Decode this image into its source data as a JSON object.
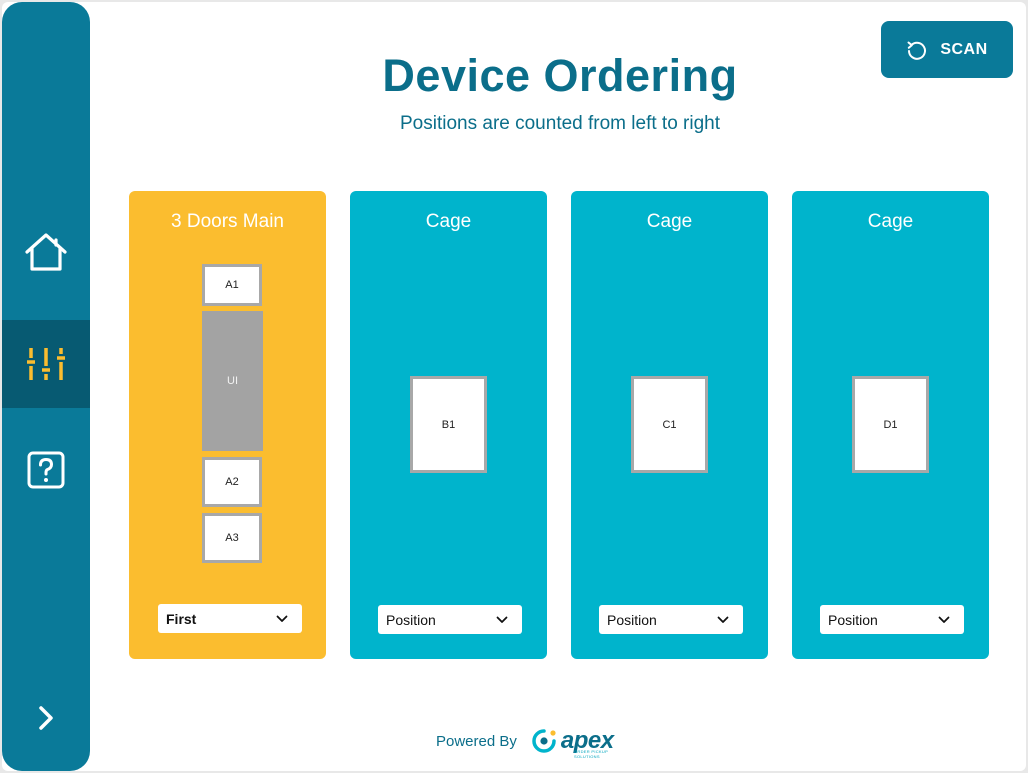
{
  "header": {
    "title": "Device Ordering",
    "subtitle": "Positions are counted from left to right",
    "scan_label": "SCAN"
  },
  "sidebar": {
    "items": [
      {
        "icon": "home-icon"
      },
      {
        "icon": "sliders-icon",
        "active": true
      },
      {
        "icon": "help-icon"
      },
      {
        "icon": "chevron-right-icon"
      }
    ]
  },
  "cards": [
    {
      "title": "3 Doors Main",
      "slots": [
        "A1",
        "UI",
        "A2",
        "A3"
      ],
      "select_value": "First",
      "color": "#fbbd2f"
    },
    {
      "title": "Cage",
      "slots": [
        "B1"
      ],
      "select_value": "Position",
      "color": "#00b4cc"
    },
    {
      "title": "Cage",
      "slots": [
        "C1"
      ],
      "select_value": "Position",
      "color": "#00b4cc"
    },
    {
      "title": "Cage",
      "slots": [
        "D1"
      ],
      "select_value": "Position",
      "color": "#00b4cc"
    }
  ],
  "footer": {
    "powered_by": "Powered By",
    "logo_text": "apex",
    "logo_subtext": "ORDER PICKUP SOLUTIONS"
  },
  "colors": {
    "sidebar": "#0a7a99",
    "sidebar_active": "#075a72",
    "accent_yellow": "#fbbd2f",
    "card_cyan": "#00b4cc",
    "title": "#0b6e8a"
  }
}
